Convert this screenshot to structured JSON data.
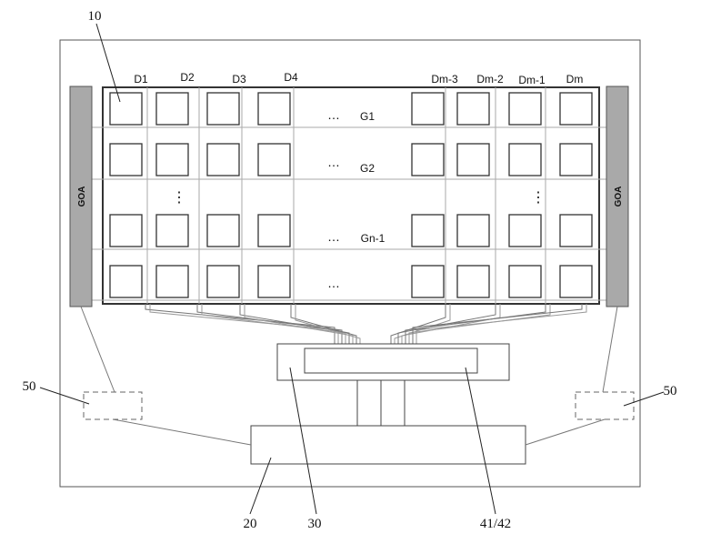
{
  "columns": [
    "D1",
    "D2",
    "D3",
    "D4",
    "Dm-3",
    "Dm-2",
    "Dm-1",
    "Dm"
  ],
  "rows": [
    "G1",
    "G2",
    "Gn-1"
  ],
  "goa_label": "GOA",
  "ellipsis": "…",
  "vertical_ellipsis": "⋮",
  "callouts": {
    "panel": "10",
    "driver_board": "20",
    "chip": "30",
    "fanout": "41/42",
    "level_shifter_left": "50",
    "level_shifter_right": "50"
  }
}
